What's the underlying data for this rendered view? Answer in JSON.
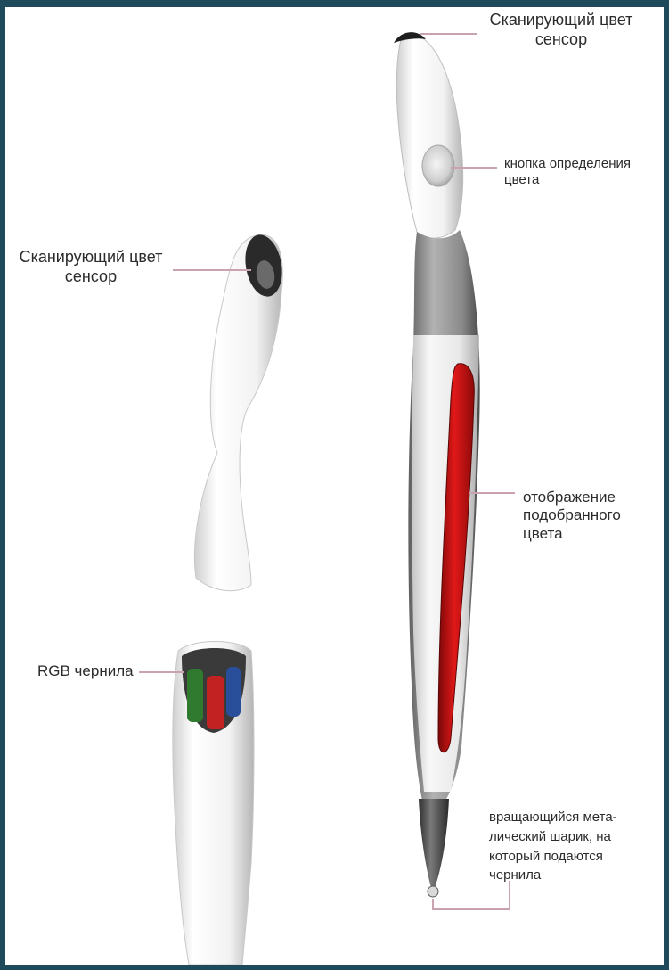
{
  "labels": {
    "top_sensor": "Сканирующий цвет\nсенсор",
    "left_sensor": "Сканирующий цвет\nсенсор",
    "color_button": "кнопка определения\nцвета",
    "color_display": "отображение\nподобранного\nцвета",
    "rgb_ink": "RGB чернила",
    "rotating_ball": "вращающийся мета-\nлический шарик, на\nкоторый подаются\nчернила"
  },
  "colors": {
    "background_border": "#1f4a5c",
    "body_white": "#f4f4f4",
    "body_gray": "#8e8e8e",
    "display_red": "#c41414",
    "leader_line": "#c9a3ad",
    "ink_red": "#c22222",
    "ink_green": "#2f7a2f",
    "ink_blue": "#2a4f9a"
  }
}
